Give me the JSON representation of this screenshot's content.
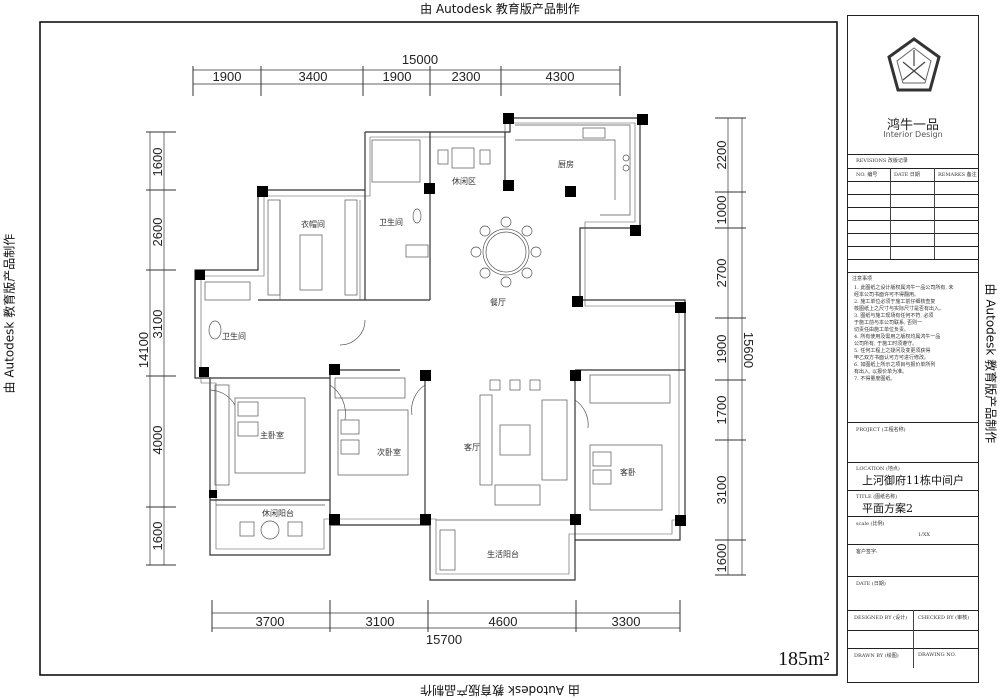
{
  "watermark": "由 Autodesk 教育版产品制作",
  "brand": {
    "name": "鸿牛一品",
    "subtitle": "Interior Design"
  },
  "area_label": "185m²",
  "dimensions": {
    "top_total": "15000",
    "top": [
      "1900",
      "3400",
      "1900",
      "2300",
      "4300"
    ],
    "bottom_total": "15700",
    "bottom": [
      "3700",
      "3100",
      "4600",
      "3300"
    ],
    "left_total": "14100",
    "left": [
      "1600",
      "2600",
      "3100",
      "4000",
      "1600"
    ],
    "right_total": "15600",
    "right": [
      "2200",
      "1000",
      "2700",
      "1900",
      "1700",
      "3100",
      "1600"
    ]
  },
  "rooms": {
    "cloakroom": "衣帽间",
    "leisure": "休闲区",
    "kitchen": "厨房",
    "bath1": "卫生间",
    "bath2": "卫生间",
    "dining": "餐厅",
    "master": "主卧室",
    "second": "次卧室",
    "living": "客厅",
    "guest": "客卧",
    "balcony1": "休闲阳台",
    "balcony2": "生活阳台"
  },
  "title_block": {
    "revisions": "REVISIONS 改版记录",
    "rev_headers": [
      "NO. 编号",
      "DATE 日期",
      "REMARKS 备注"
    ],
    "notes_title": "注意事项",
    "notes": [
      "1. 此图纸之设计版权属鸿牛一品公司所有, 未",
      "经本公司书面许可不得翻用。",
      "2. 施工单位必须于施工前仔细核查复",
      "核图纸上之尺寸与实际尺寸是否有出入。",
      "3. 图纸与施工现场有任何不符, 必须",
      "于施工前与本公司联系, 否则一",
      "切责任由施工单位负责。",
      "4. 所有使用及需用之版权均属鸿牛一品",
      "公司所有, 于施工时须遵守。",
      "5. 任何工程上之疑问及变更须获得",
      "甲乙双方书面认可方可进行修改。",
      "6. 如图纸上所示之项目与报价单所列",
      "有出入, 以报价单为准。",
      "7. 不得量度图纸。"
    ],
    "project_label": "PROJECT (工程名称)",
    "location_label": "LOCATION (地点)",
    "location": "上河御府11栋中间户",
    "title_label": "TITLE (图纸名称)",
    "title": "平面方案2",
    "scale_label": "scale (比例)",
    "scale": "1/XX",
    "client_label": "客户签字:",
    "date_label": "DATE (日期)",
    "designed_label": "DESIGNED BY (设计)",
    "checked_label": "CHECKED BY (审核)",
    "drawn_label": "DRAWN BY (绘图)",
    "drawing_no_label": "DRAWING NO."
  }
}
